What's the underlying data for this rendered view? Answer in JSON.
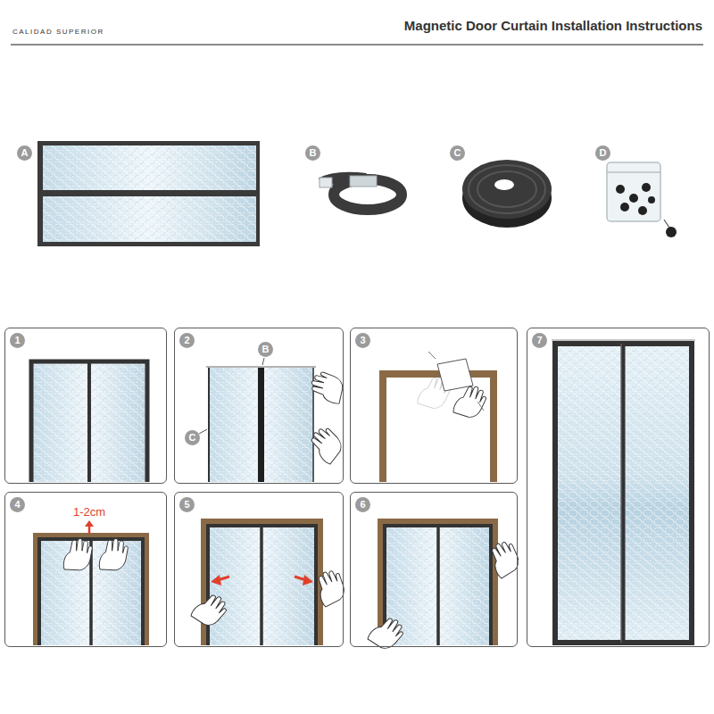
{
  "diagram": {
    "title": "Magnetic Door Curtain Installation Instructions",
    "nodes": [
      {
        "text": [
          "A"
        ]
      },
      {
        "text": [
          "B"
        ]
      },
      {
        "text": [
          "C"
        ]
      },
      {
        "text": [
          "D"
        ]
      },
      {
        "text": [
          "1"
        ]
      },
      {
        "text": [
          "2"
        ]
      },
      {
        "text": [
          "B"
        ],
        "in": 5
      },
      {
        "text": [
          "C"
        ],
        "in": 5
      },
      {
        "text": [
          "3"
        ]
      },
      {
        "text": [
          "4"
        ]
      },
      {
        "text": [
          "5"
        ]
      },
      {
        "text": [
          "6"
        ]
      },
      {
        "text": [
          "7"
        ]
      }
    ],
    "labels": [
      "CALIDAD SUPERIOR",
      "1-2cm"
    ]
  }
}
